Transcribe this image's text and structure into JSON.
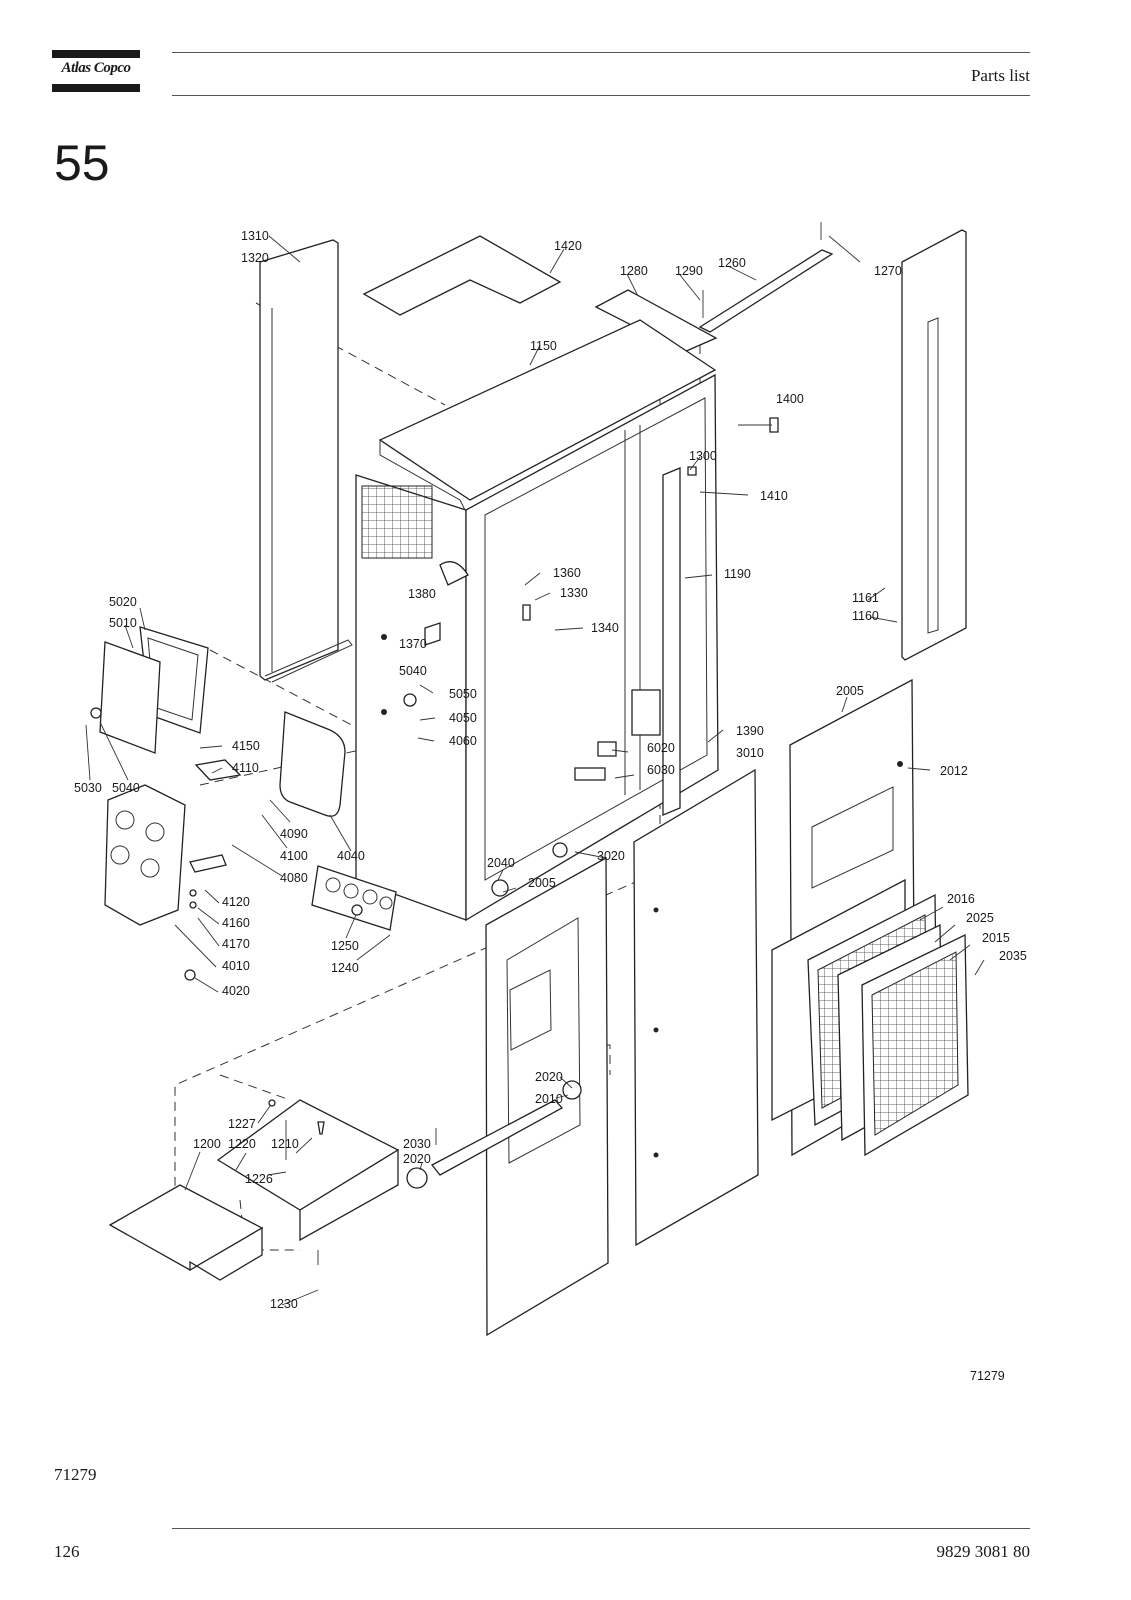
{
  "header": {
    "brand": "Atlas Copco",
    "title": "Parts list"
  },
  "section_number": "55",
  "drawing": {
    "drawing_number": "71279",
    "labels": [
      {
        "id": "1310",
        "t": "1310"
      },
      {
        "id": "1320",
        "t": "1320"
      },
      {
        "id": "1420",
        "t": "1420"
      },
      {
        "id": "1280",
        "t": "1280"
      },
      {
        "id": "1290",
        "t": "1290"
      },
      {
        "id": "1260",
        "t": "1260"
      },
      {
        "id": "1270",
        "t": "1270"
      },
      {
        "id": "1150",
        "t": "1150"
      },
      {
        "id": "1400",
        "t": "1400"
      },
      {
        "id": "1300",
        "t": "1300"
      },
      {
        "id": "1410",
        "t": "1410"
      },
      {
        "id": "1360",
        "t": "1360"
      },
      {
        "id": "1380",
        "t": "1380"
      },
      {
        "id": "1330",
        "t": "1330"
      },
      {
        "id": "1190",
        "t": "1190"
      },
      {
        "id": "1161",
        "t": "1161"
      },
      {
        "id": "1160",
        "t": "1160"
      },
      {
        "id": "1340",
        "t": "1340"
      },
      {
        "id": "1370",
        "t": "1370"
      },
      {
        "id": "5020",
        "t": "5020"
      },
      {
        "id": "5010",
        "t": "5010"
      },
      {
        "id": "5040a",
        "t": "5040"
      },
      {
        "id": "5050",
        "t": "5050"
      },
      {
        "id": "4050",
        "t": "4050"
      },
      {
        "id": "4060",
        "t": "4060"
      },
      {
        "id": "2005a",
        "t": "2005"
      },
      {
        "id": "4150",
        "t": "4150"
      },
      {
        "id": "4110",
        "t": "4110"
      },
      {
        "id": "1390",
        "t": "1390"
      },
      {
        "id": "3010",
        "t": "3010"
      },
      {
        "id": "6020",
        "t": "6020"
      },
      {
        "id": "6030",
        "t": "6030"
      },
      {
        "id": "2012",
        "t": "2012"
      },
      {
        "id": "5030",
        "t": "5030"
      },
      {
        "id": "5040b",
        "t": "5040"
      },
      {
        "id": "4090",
        "t": "4090"
      },
      {
        "id": "4100",
        "t": "4100"
      },
      {
        "id": "4040",
        "t": "4040"
      },
      {
        "id": "4080",
        "t": "4080"
      },
      {
        "id": "2040",
        "t": "2040"
      },
      {
        "id": "3020",
        "t": "3020"
      },
      {
        "id": "2005b",
        "t": "2005"
      },
      {
        "id": "4120",
        "t": "4120"
      },
      {
        "id": "4160",
        "t": "4160"
      },
      {
        "id": "4170",
        "t": "4170"
      },
      {
        "id": "4010",
        "t": "4010"
      },
      {
        "id": "1250",
        "t": "1250"
      },
      {
        "id": "1240",
        "t": "1240"
      },
      {
        "id": "2016",
        "t": "2016"
      },
      {
        "id": "2025",
        "t": "2025"
      },
      {
        "id": "2015",
        "t": "2015"
      },
      {
        "id": "2035",
        "t": "2035"
      },
      {
        "id": "4020",
        "t": "4020"
      },
      {
        "id": "2020a",
        "t": "2020"
      },
      {
        "id": "2010",
        "t": "2010"
      },
      {
        "id": "1227",
        "t": "1227"
      },
      {
        "id": "1200",
        "t": "1200"
      },
      {
        "id": "1220",
        "t": "1220"
      },
      {
        "id": "1210",
        "t": "1210"
      },
      {
        "id": "2030",
        "t": "2030"
      },
      {
        "id": "2020b",
        "t": "2020"
      },
      {
        "id": "1226",
        "t": "1226"
      },
      {
        "id": "1230",
        "t": "1230"
      }
    ]
  },
  "figure_reference": "71279",
  "footer": {
    "page_number": "126",
    "document_number": "9829 3081 80"
  }
}
